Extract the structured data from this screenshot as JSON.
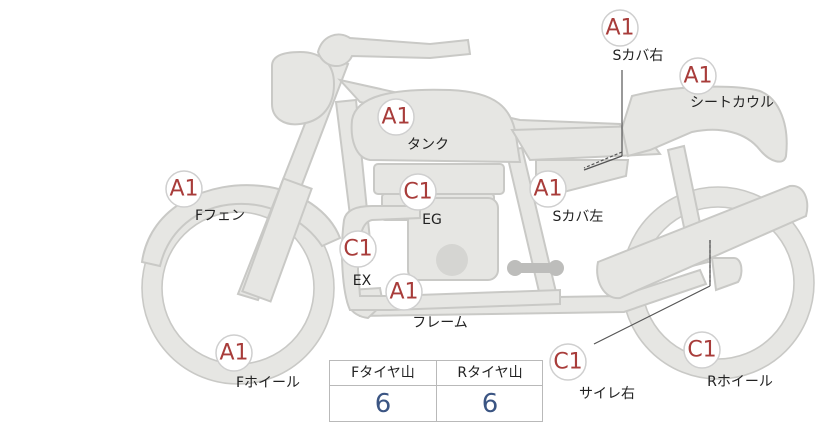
{
  "parts": [
    {
      "id": "s-cover-right",
      "code": "A1",
      "label": "Sカバ右"
    },
    {
      "id": "seat-cowl",
      "code": "A1",
      "label": "シートカウル"
    },
    {
      "id": "tank",
      "code": "A1",
      "label": "タンク"
    },
    {
      "id": "f-fender",
      "code": "A1",
      "label": "Fフェン"
    },
    {
      "id": "eg",
      "code": "C1",
      "label": "EG"
    },
    {
      "id": "s-cover-left",
      "code": "A1",
      "label": "Sカバ左"
    },
    {
      "id": "ex",
      "code": "C1",
      "label": "EX"
    },
    {
      "id": "frame",
      "code": "A1",
      "label": "フレーム"
    },
    {
      "id": "f-wheel",
      "code": "A1",
      "label": "Fホイール"
    },
    {
      "id": "muffler-right",
      "code": "C1",
      "label": "サイレ右"
    },
    {
      "id": "r-wheel",
      "code": "C1",
      "label": "Rホイール"
    }
  ],
  "tire_table": {
    "front_header": "Fタイヤ山",
    "rear_header": "Rタイヤ山",
    "front_value": "6",
    "rear_value": "6"
  }
}
